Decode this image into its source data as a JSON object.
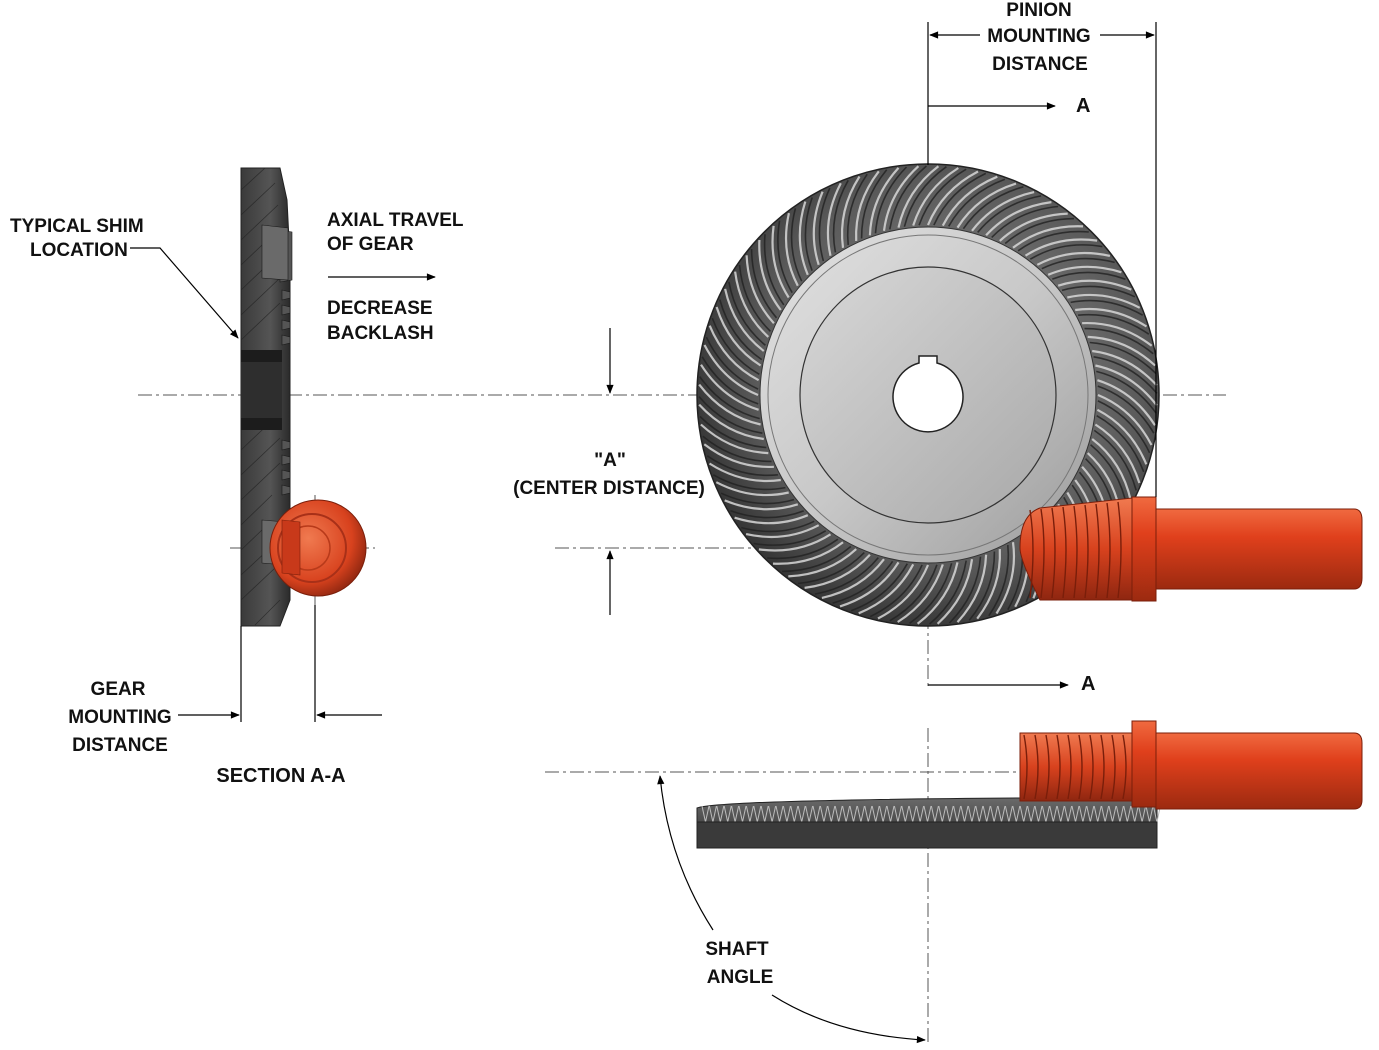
{
  "labels": {
    "pinion_mounting_1": "PINION",
    "pinion_mounting_2": "MOUNTING",
    "pinion_mounting_3": "DISTANCE",
    "section_top": "A",
    "section_bottom": "A",
    "typical_shim_1": "TYPICAL SHIM",
    "typical_shim_2": "LOCATION",
    "axial_travel_1": "AXIAL TRAVEL",
    "axial_travel_2": "OF GEAR",
    "decrease_1": "DECREASE",
    "decrease_2": "BACKLASH",
    "a_quote": "\"A\"",
    "center_distance": "(CENTER DISTANCE)",
    "gear_mounting_1": "GEAR",
    "gear_mounting_2": "MOUNTING",
    "gear_mounting_3": "DISTANCE",
    "section_title": "SECTION A-A",
    "shaft_angle_1": "SHAFT",
    "shaft_angle_2": "ANGLE"
  },
  "colors": {
    "gear_dark": "#3c3c3c",
    "gear_face": "#c4c4c4",
    "pinion": "#e0401c",
    "line": "#000000"
  }
}
